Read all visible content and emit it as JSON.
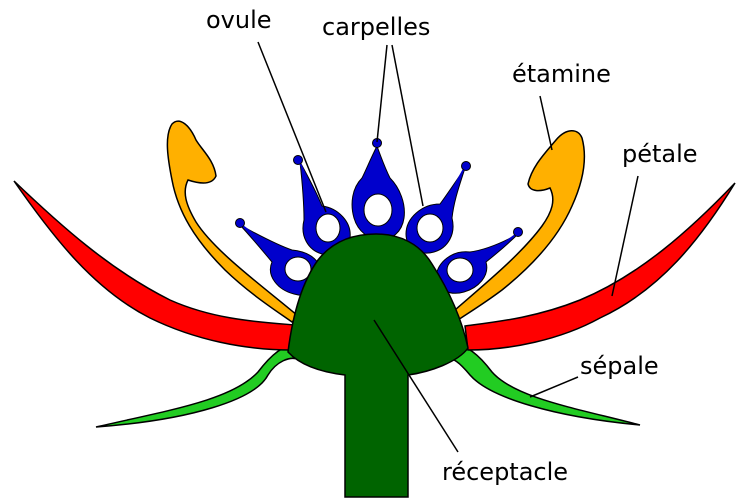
{
  "labels": {
    "ovule": "ovule",
    "carpelles": "carpelles",
    "etamine": "étamine",
    "petale": "pétale",
    "sepale": "sépale",
    "receptacle": "réceptacle"
  },
  "colors": {
    "petal": "#ff0000",
    "sepal": "#22cc22",
    "stamen": "#ffb000",
    "receptacle": "#006400",
    "carpel": "#0000cc",
    "ovule": "#ffffff",
    "outline": "#000000",
    "leader_line": "#000000"
  }
}
